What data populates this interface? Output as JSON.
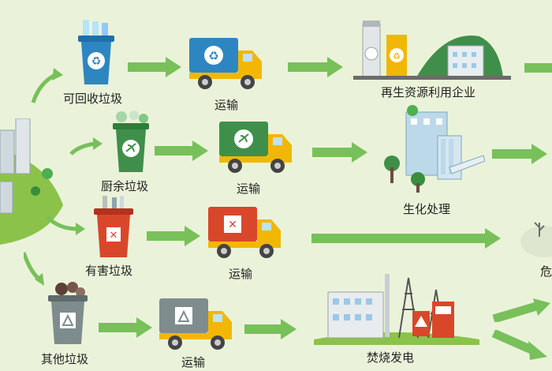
{
  "streams": [
    {
      "category": "可回收垃圾",
      "transport": "运输",
      "destination": "再生资源利用企业",
      "color": "#2e86c1"
    },
    {
      "category": "厨余垃圾",
      "transport": "运输",
      "destination": "生化处理",
      "color": "#3f8f4a"
    },
    {
      "category": "有害垃圾",
      "transport": "运输",
      "destination": "危",
      "color": "#d9472b"
    },
    {
      "category": "其他垃圾",
      "transport": "运输",
      "destination": "焚烧发电",
      "color": "#7f8c8d"
    }
  ],
  "colors": {
    "background": "#eaf3d9",
    "arrow": "#78c05a",
    "truck_cab": "#f2b705",
    "hill": "#8bc34a"
  },
  "icons": {
    "recycle": "recycle-icon",
    "food_waste": "food-waste-icon",
    "hazardous": "hazardous-icon",
    "other": "other-waste-icon"
  }
}
